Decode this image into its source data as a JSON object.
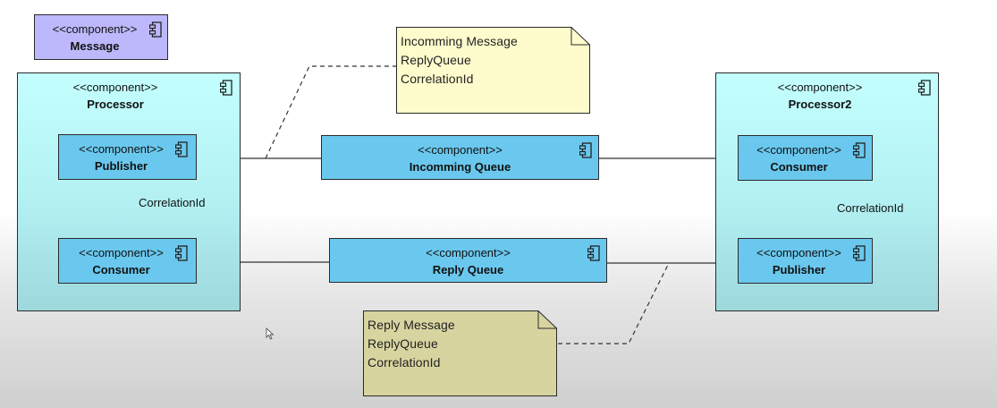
{
  "stereotype": "<<component>>",
  "icon": "component-icon",
  "colors": {
    "container_fill": "#c4ffff",
    "component_fill": "#6ac8ee",
    "message_fill": "#bdb8fb",
    "incoming_note_fill": "#fefccc",
    "reply_note_fill": "#d8d4a0"
  },
  "message": {
    "stereotype": "<<component>>",
    "name": "Message"
  },
  "processor": {
    "stereotype": "<<component>>",
    "name": "Processor",
    "publisher": {
      "stereotype": "<<component>>",
      "name": "Publisher"
    },
    "consumer": {
      "stereotype": "<<component>>",
      "name": "Consumer"
    },
    "link_label": "CorrelationId"
  },
  "processor2": {
    "stereotype": "<<component>>",
    "name": "Processor2",
    "consumer": {
      "stereotype": "<<component>>",
      "name": "Consumer"
    },
    "publisher": {
      "stereotype": "<<component>>",
      "name": "Publisher"
    },
    "link_label": "CorrelationId"
  },
  "incoming_queue": {
    "stereotype": "<<component>>",
    "name": "Incomming Queue"
  },
  "reply_queue": {
    "stereotype": "<<component>>",
    "name": "Reply Queue"
  },
  "incoming_note": {
    "lines": [
      "Incomming Message",
      "ReplyQueue",
      "CorrelationId"
    ]
  },
  "reply_note": {
    "lines": [
      "Reply Message",
      "ReplyQueue",
      "CorrelationId"
    ]
  }
}
